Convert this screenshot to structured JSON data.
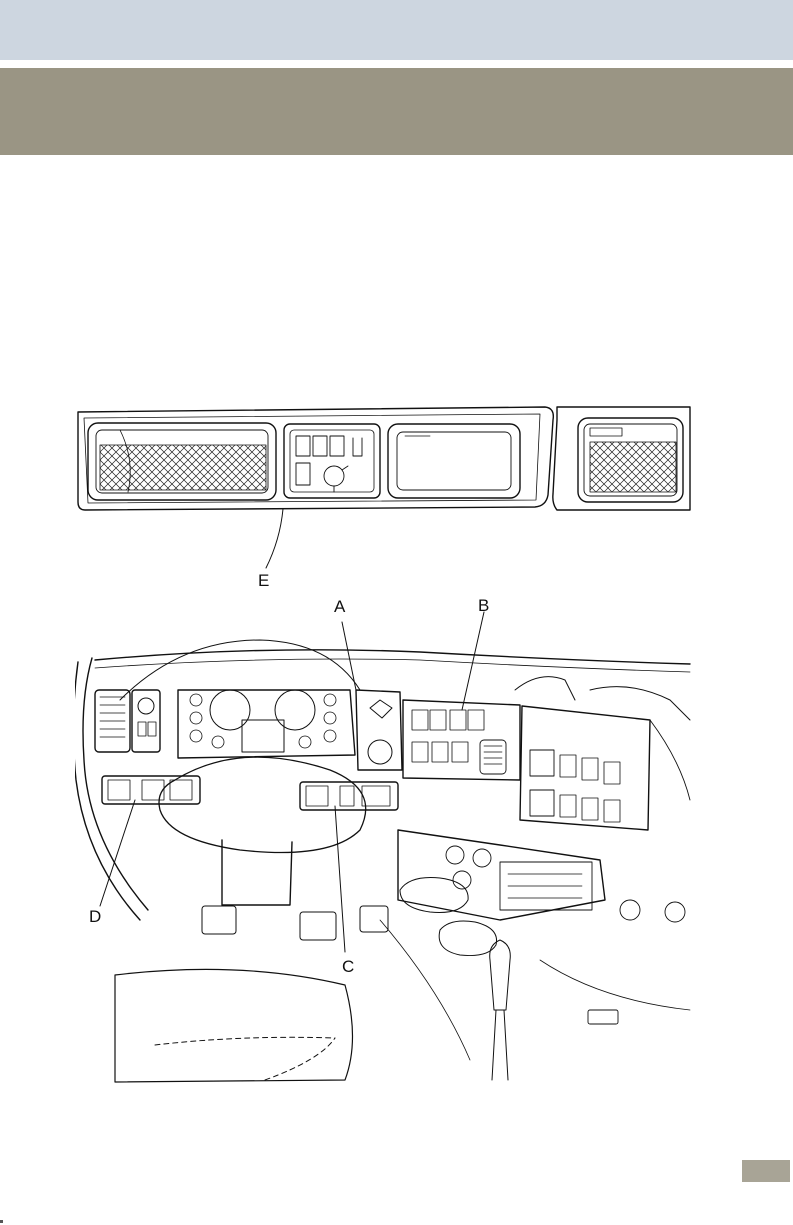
{
  "header": {
    "top_band_color": "#cdd6e0",
    "bar_color": "#9a9584"
  },
  "figure": {
    "callouts": {
      "a": "A",
      "b": "B",
      "c": "C",
      "d": "D",
      "e": "E"
    }
  },
  "footer": {
    "tab_color": "#a8a496"
  }
}
